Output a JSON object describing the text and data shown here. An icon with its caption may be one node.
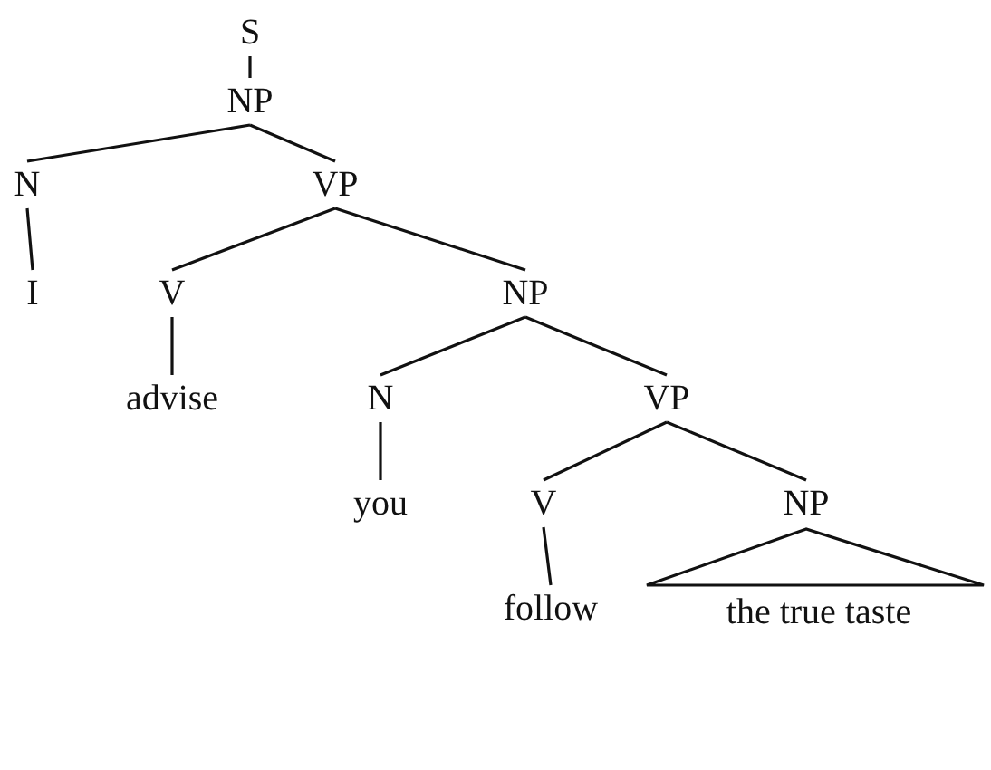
{
  "diagram": {
    "nodes": [
      {
        "text": [
          "S"
        ]
      },
      {
        "text": [
          "NP"
        ]
      },
      {
        "text": [
          "N"
        ]
      },
      {
        "text": [
          "VP"
        ]
      },
      {
        "text": [
          "I"
        ]
      },
      {
        "text": [
          "V"
        ]
      },
      {
        "text": [
          "NP"
        ]
      },
      {
        "text": [
          "advise"
        ]
      },
      {
        "text": [
          "N"
        ]
      },
      {
        "text": [
          "VP"
        ]
      },
      {
        "text": [
          "you"
        ]
      },
      {
        "text": [
          "V"
        ]
      },
      {
        "text": [
          "NP"
        ]
      },
      {
        "text": [
          "follow"
        ]
      },
      {
        "text": [
          "the true taste"
        ]
      }
    ],
    "edges": [
      {
        "from": 0,
        "to": 1,
        "arrow": "none"
      },
      {
        "from": 1,
        "to": 2,
        "arrow": "none"
      },
      {
        "from": 1,
        "to": 3,
        "arrow": "none"
      },
      {
        "from": 2,
        "to": 4,
        "arrow": "none"
      },
      {
        "from": 3,
        "to": 5,
        "arrow": "none"
      },
      {
        "from": 3,
        "to": 6,
        "arrow": "none"
      },
      {
        "from": 5,
        "to": 7,
        "arrow": "none"
      },
      {
        "from": 6,
        "to": 8,
        "arrow": "none"
      },
      {
        "from": 6,
        "to": 9,
        "arrow": "none"
      },
      {
        "from": 8,
        "to": 10,
        "arrow": "none"
      },
      {
        "from": 9,
        "to": 11,
        "arrow": "none"
      },
      {
        "from": 9,
        "to": 12,
        "arrow": "none"
      },
      {
        "from": 11,
        "to": 13,
        "arrow": "none"
      },
      {
        "from": 12,
        "to": 14,
        "arrow": "none"
      }
    ]
  }
}
